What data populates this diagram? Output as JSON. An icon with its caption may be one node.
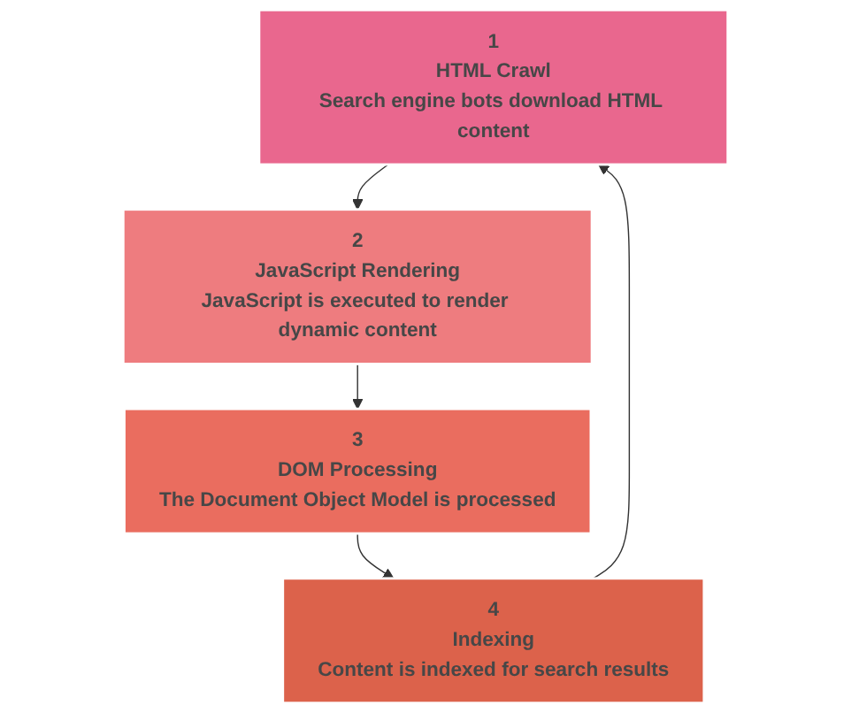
{
  "diagram": {
    "nodes": [
      {
        "text": [
          "1",
          "HTML Crawl",
          "Search engine bots download HTML content"
        ]
      },
      {
        "text": [
          "2",
          "JavaScript Rendering",
          "JavaScript is executed to render dynamic content"
        ]
      },
      {
        "text": [
          "3",
          "DOM Processing",
          "The Document Object Model is processed"
        ]
      },
      {
        "text": [
          "4",
          "Indexing",
          "Content is indexed for search results"
        ]
      }
    ],
    "edges": [
      {
        "from": 0,
        "to": 1,
        "arrow": "to"
      },
      {
        "from": 1,
        "to": 2,
        "arrow": "to"
      },
      {
        "from": 2,
        "to": 3,
        "arrow": "to"
      },
      {
        "from": 3,
        "to": 0,
        "arrow": "to"
      }
    ]
  }
}
